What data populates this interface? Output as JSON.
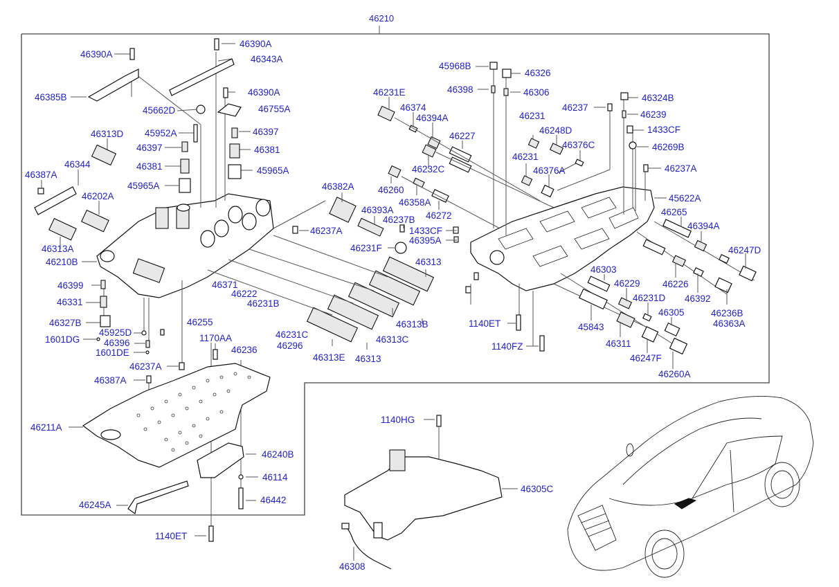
{
  "diagram": {
    "assembly_label": "46210",
    "colors": {
      "label": "#2222cc",
      "line": "#555555",
      "frame": "#444444"
    },
    "labels": {
      "l_46390A_1": "46390A",
      "l_46390A_2": "46390A",
      "l_46343A": "46343A",
      "l_46390A_3": "46390A",
      "l_46385B": "46385B",
      "l_45662D": "45662D",
      "l_46755A": "46755A",
      "l_46313D": "46313D",
      "l_45952A": "45952A",
      "l_46397_1": "46397",
      "l_46397_2": "46397",
      "l_46381_1": "46381",
      "l_46381_2": "46381",
      "l_45965A_1": "45965A",
      "l_45965A_2": "45965A",
      "l_46344": "46344",
      "l_46387A_1": "46387A",
      "l_46202A": "46202A",
      "l_46313A": "46313A",
      "l_46210B": "46210B",
      "l_46399": "46399",
      "l_46331": "46331",
      "l_46327B": "46327B",
      "l_45925D": "45925D",
      "l_1601DG": "1601DG",
      "l_46396": "46396",
      "l_1601DE": "1601DE",
      "l_46237A_1": "46237A",
      "l_46387A_2": "46387A",
      "l_46211A": "46211A",
      "l_46240B": "46240B",
      "l_46114": "46114",
      "l_46442": "46442",
      "l_46245A": "46245A",
      "l_1140ET_1": "1140ET",
      "l_1170AA": "1170AA",
      "l_46371": "46371",
      "l_46222": "46222",
      "l_46231B": "46231B",
      "l_46255": "46255",
      "l_46231C": "46231C",
      "l_46236": "46236",
      "l_46296": "46296",
      "l_46313E": "46313E",
      "l_46313_1": "46313",
      "l_46313C": "46313C",
      "l_46313B": "46313B",
      "l_46313_2": "46313",
      "l_46231F": "46231F",
      "l_46237A_2": "46237A",
      "l_46382A": "46382A",
      "l_46393A": "46393A",
      "l_46237B": "46237B",
      "l_1433CF_1": "1433CF",
      "l_46395A": "46395A",
      "l_46231E": "46231E",
      "l_46374": "46374",
      "l_46394A_1": "46394A",
      "l_46227": "46227",
      "l_46232C": "46232C",
      "l_46260": "46260",
      "l_46358A": "46358A",
      "l_46272": "46272",
      "l_45968B": "45968B",
      "l_46398": "46398",
      "l_46326": "46326",
      "l_46306": "46306",
      "l_46237": "46237",
      "l_46231_1": "46231",
      "l_46248D": "46248D",
      "l_46376C": "46376C",
      "l_46231_2": "46231",
      "l_46376A": "46376A",
      "l_46324B": "46324B",
      "l_46239": "46239",
      "l_1433CF_2": "1433CF",
      "l_46269B": "46269B",
      "l_46237A_3": "46237A",
      "l_45622A": "45622A",
      "l_46265": "46265",
      "l_46394A_2": "46394A",
      "l_46247D": "46247D",
      "l_46226": "46226",
      "l_46392": "46392",
      "l_46236B": "46236B",
      "l_46363A": "46363A",
      "l_46303": "46303",
      "l_46229": "46229",
      "l_46231D": "46231D",
      "l_46305": "46305",
      "l_45843": "45843",
      "l_46311": "46311",
      "l_46247F": "46247F",
      "l_46260A": "46260A",
      "l_1140ET_2": "1140ET",
      "l_1140FZ": "1140FZ",
      "l_1140HG": "1140HG",
      "l_46305C": "46305C",
      "l_46308": "46308"
    }
  }
}
